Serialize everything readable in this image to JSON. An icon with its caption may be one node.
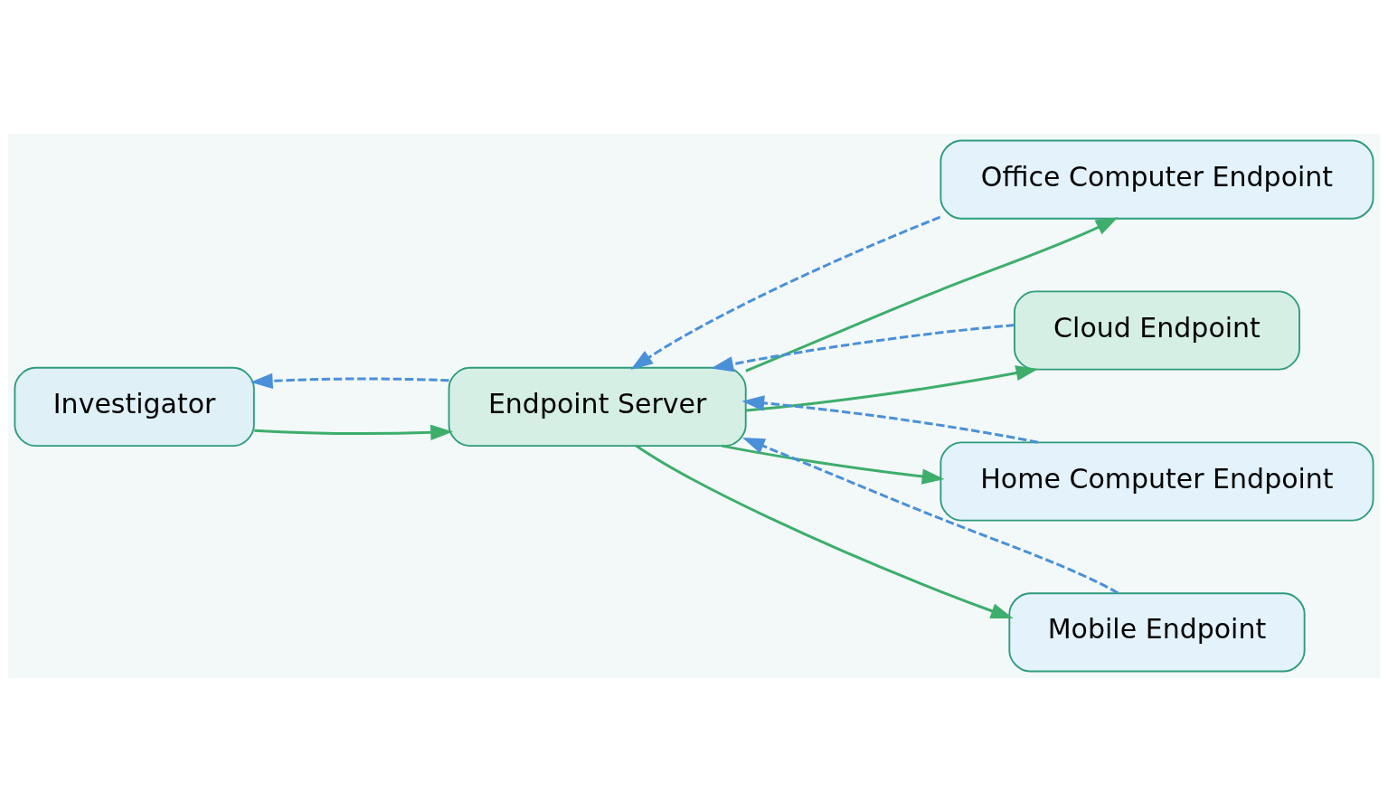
{
  "diagram": {
    "nodes": [
      {
        "text": [
          "Investigator"
        ]
      },
      {
        "text": [
          "Endpoint Server"
        ]
      },
      {
        "text": [
          "Office Computer Endpoint"
        ]
      },
      {
        "text": [
          "Cloud Endpoint"
        ]
      },
      {
        "text": [
          "Home Computer Endpoint"
        ]
      },
      {
        "text": [
          "Mobile Endpoint"
        ]
      }
    ],
    "edges": [
      {
        "from": 0,
        "to": 1,
        "arrow": "to",
        "color": "#3dae6b"
      },
      {
        "from": 1,
        "to": 0,
        "arrow": "to",
        "style": "dashed",
        "color": "#4a90d9"
      },
      {
        "from": 1,
        "to": 2,
        "arrow": "to",
        "color": "#3dae6b"
      },
      {
        "from": 2,
        "to": 1,
        "arrow": "to",
        "style": "dashed",
        "color": "#4a90d9"
      },
      {
        "from": 1,
        "to": 3,
        "arrow": "to",
        "color": "#3dae6b"
      },
      {
        "from": 3,
        "to": 1,
        "arrow": "to",
        "style": "dashed",
        "color": "#4a90d9"
      },
      {
        "from": 1,
        "to": 4,
        "arrow": "to",
        "color": "#3dae6b"
      },
      {
        "from": 4,
        "to": 1,
        "arrow": "to",
        "style": "dashed",
        "color": "#4a90d9"
      },
      {
        "from": 1,
        "to": 5,
        "arrow": "to",
        "color": "#3dae6b"
      },
      {
        "from": 5,
        "to": 1,
        "arrow": "to",
        "style": "dashed",
        "color": "#4a90d9"
      }
    ]
  }
}
